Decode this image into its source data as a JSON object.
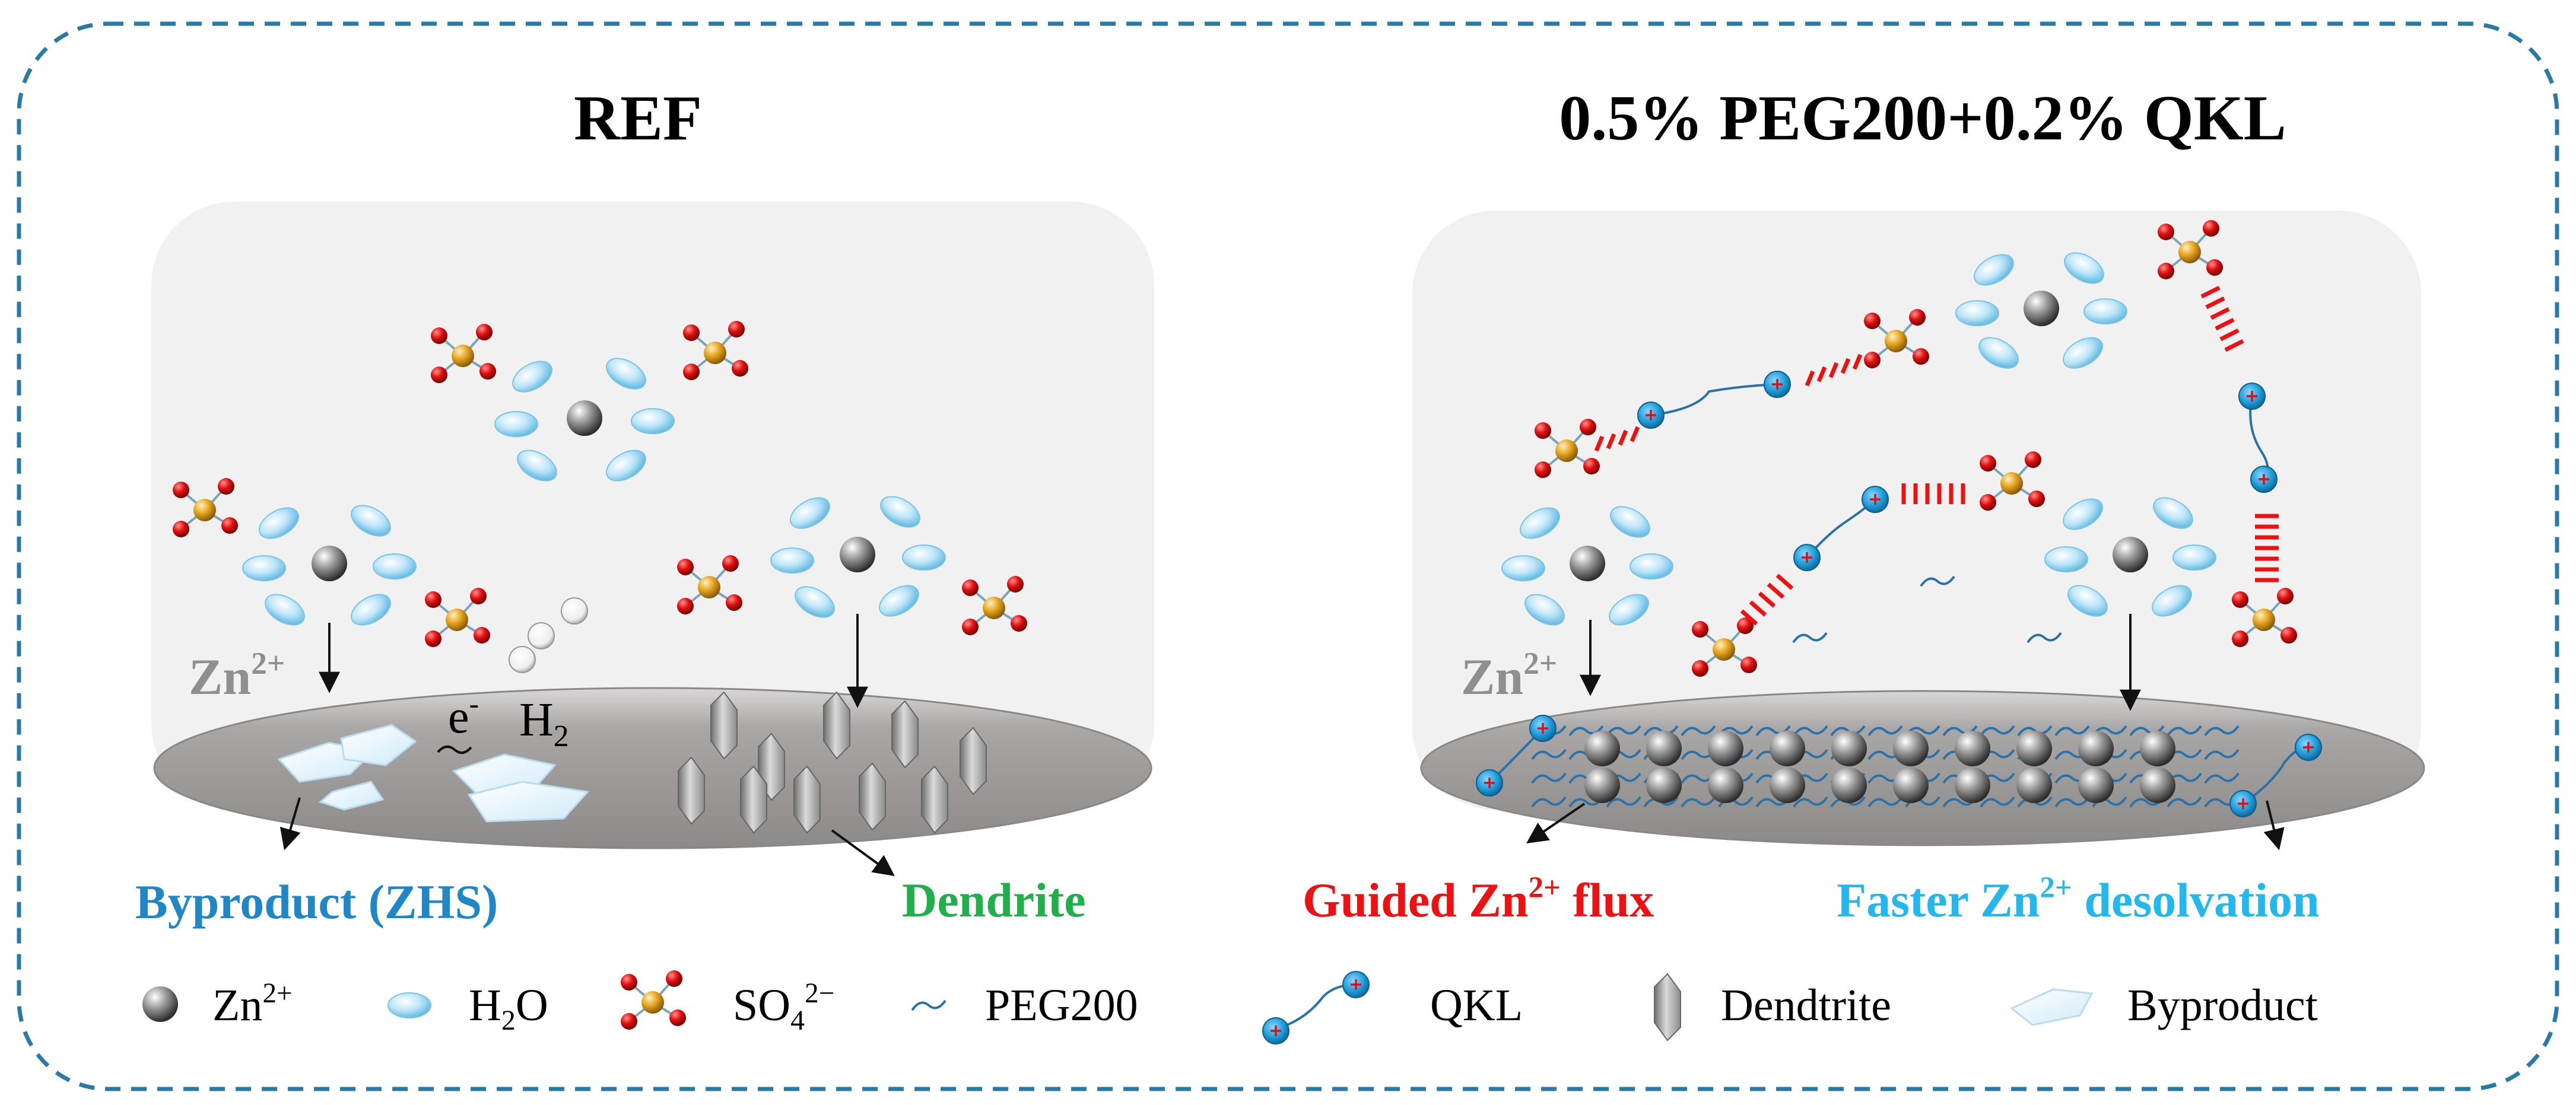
{
  "panels": {
    "left": {
      "title": "REF",
      "ion_label": "Zn",
      "ion_charge": "2+",
      "electron_label": "e",
      "electron_charge": "-",
      "h2_label": "H",
      "h2_sub": "2",
      "byproduct_caption": "Byproduct (ZHS)",
      "dendrite_caption": "Dendrite"
    },
    "right": {
      "title": "0.5% PEG200+0.2% QKL",
      "ion_label": "Zn",
      "ion_charge": "2+",
      "guided_caption_pre": "Guided Zn",
      "guided_caption_sup": "2+",
      "guided_caption_post": " flux",
      "faster_caption_pre": "Faster Zn",
      "faster_caption_sup": "2+",
      "faster_caption_post": " desolvation"
    }
  },
  "legend": {
    "zn_base": "Zn",
    "zn_sup": "2+",
    "h2o_pre": "H",
    "h2o_sub": "2",
    "h2o_post": "O",
    "so4_base": "SO",
    "so4_sub": "4",
    "so4_sup": "2−",
    "peg": "PEG200",
    "qkl": "QKL",
    "dendrite": "Dendtrite",
    "byproduct": "Byproduct"
  },
  "colors": {
    "frame_dash": "#2a7aa8",
    "panel_bg": "#f2f2f2",
    "electrode": "#a6a3a3",
    "water": "#9fd8f2",
    "sulfur": "#e2a01e",
    "oxygen": "#e01010",
    "qkl_bead": "#1a9ad6",
    "plus": "#e01010",
    "byproduct_text": "#1f86c8",
    "dendrite_text": "#1fb04b",
    "guided_text": "#ee1111",
    "faster_text": "#22b8ee",
    "zn_label": "#8f8f8f"
  },
  "icons": [
    "zn-ion-icon",
    "water-molecule-icon",
    "sulfate-icon",
    "peg-chain-icon",
    "qkl-icon",
    "dendrite-icon",
    "byproduct-icon"
  ]
}
